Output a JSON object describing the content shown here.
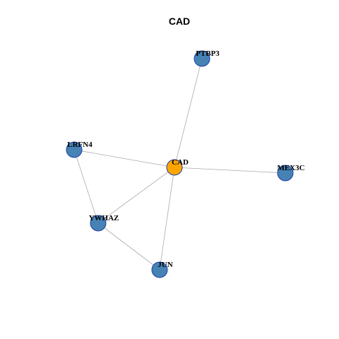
{
  "title": "CAD",
  "colors": {
    "center_node": "#FFA500",
    "neighbor_node": "#4682B4",
    "node_border": "#1F3EA8",
    "edge": "#AAAAAA"
  },
  "nodes": [
    {
      "id": "CAD",
      "label": "CAD",
      "center": true
    },
    {
      "id": "PTBP3",
      "label": "PTBP3",
      "center": false
    },
    {
      "id": "LRFN4",
      "label": "LRFN4",
      "center": false
    },
    {
      "id": "MEX3C",
      "label": "MEX3C",
      "center": false
    },
    {
      "id": "YWHAZ",
      "label": "YWHAZ",
      "center": false
    },
    {
      "id": "JUN",
      "label": "JUN",
      "center": false
    }
  ],
  "edges": [
    [
      "CAD",
      "PTBP3"
    ],
    [
      "CAD",
      "LRFN4"
    ],
    [
      "CAD",
      "MEX3C"
    ],
    [
      "CAD",
      "YWHAZ"
    ],
    [
      "CAD",
      "JUN"
    ],
    [
      "LRFN4",
      "YWHAZ"
    ],
    [
      "YWHAZ",
      "JUN"
    ]
  ]
}
